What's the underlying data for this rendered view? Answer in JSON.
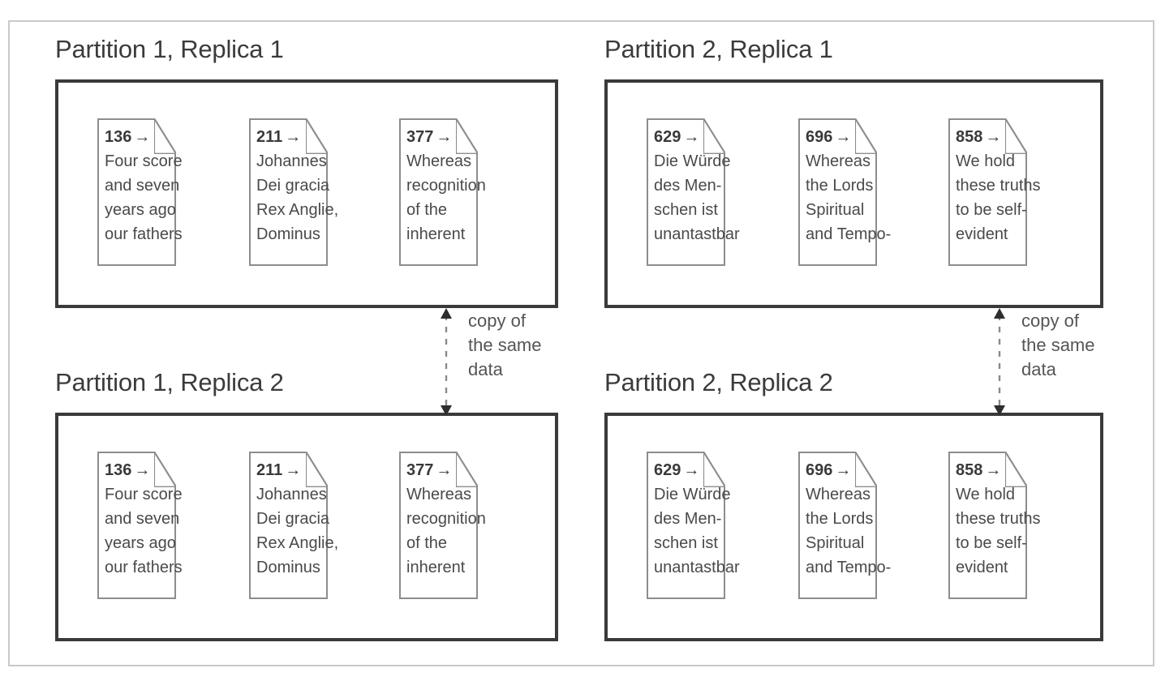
{
  "figure": {
    "quadrants": [
      {
        "id": "p1r1",
        "title": "Partition 1, Replica 1",
        "documents": [
          {
            "key": "136",
            "arrow": "→",
            "lines": [
              "Four score",
              "and seven",
              "years ago",
              "our fathers"
            ]
          },
          {
            "key": "211",
            "arrow": "→",
            "lines": [
              "Johannes",
              "Dei gracia",
              "Rex Anglie,",
              "Dominus"
            ]
          },
          {
            "key": "377",
            "arrow": "→",
            "lines": [
              "Whereas",
              "recognition",
              "of the",
              "inherent"
            ]
          }
        ]
      },
      {
        "id": "p2r1",
        "title": "Partition 2, Replica 1",
        "documents": [
          {
            "key": "629",
            "arrow": "→",
            "lines": [
              "Die Würde",
              "des Men-",
              "schen ist",
              "unantastbar"
            ]
          },
          {
            "key": "696",
            "arrow": "→",
            "lines": [
              "Whereas",
              "the Lords",
              "Spiritual",
              "and Tempo-"
            ]
          },
          {
            "key": "858",
            "arrow": "→",
            "lines": [
              "We hold",
              "these truths",
              "to be self-",
              "evident"
            ]
          }
        ]
      },
      {
        "id": "p1r2",
        "title": "Partition 1, Replica 2",
        "documents": [
          {
            "key": "136",
            "arrow": "→",
            "lines": [
              "Four score",
              "and seven",
              "years ago",
              "our fathers"
            ]
          },
          {
            "key": "211",
            "arrow": "→",
            "lines": [
              "Johannes",
              "Dei gracia",
              "Rex Anglie,",
              "Dominus"
            ]
          },
          {
            "key": "377",
            "arrow": "→",
            "lines": [
              "Whereas",
              "recognition",
              "of the",
              "inherent"
            ]
          }
        ]
      },
      {
        "id": "p2r2",
        "title": "Partition 2, Replica 2",
        "documents": [
          {
            "key": "629",
            "arrow": "→",
            "lines": [
              "Die Würde",
              "des Men-",
              "schen ist",
              "unantastbar"
            ]
          },
          {
            "key": "696",
            "arrow": "→",
            "lines": [
              "Whereas",
              "the Lords",
              "Spiritual",
              "and Tempo-"
            ]
          },
          {
            "key": "858",
            "arrow": "→",
            "lines": [
              "We hold",
              "these truths",
              "to be self-",
              "evident"
            ]
          }
        ]
      }
    ],
    "connectors": [
      {
        "id": "left-connector",
        "lines": [
          "copy of",
          "the same",
          "data"
        ]
      },
      {
        "id": "right-connector",
        "lines": [
          "copy of",
          "the same",
          "data"
        ]
      }
    ],
    "colors": {
      "outer_frame": "#c9c9c9",
      "panel_border": "#3a3a3a",
      "card_border": "#8d8d8d",
      "title_text": "#3b3b3b",
      "body_text": "#4a4a4a",
      "connector": "#7a7a7a"
    }
  }
}
